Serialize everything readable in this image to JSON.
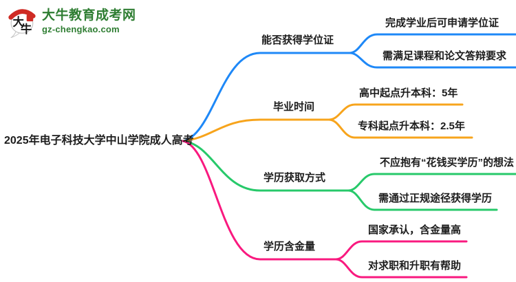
{
  "brand": {
    "name": "大牛教育成考网",
    "domain": "gz-chengkao.com",
    "logo_char_top": "大",
    "logo_char_bottom": "牛",
    "color": "#2e7d32",
    "seal_color": "#cf2b24"
  },
  "mindmap": {
    "root": "2025年电子科技大学中山学院成人高考",
    "text_color": "#1c1c1c",
    "branches": [
      {
        "label": "能否获得学位证",
        "color": "#1e88f7",
        "children": [
          "完成学业后可申请学位证",
          "需满足课程和论文答辩要求"
        ]
      },
      {
        "label": "毕业时间",
        "color": "#f7a41c",
        "children": [
          "高中起点升本科：5年",
          "专科起点升本科：2.5年"
        ]
      },
      {
        "label": "学历获取方式",
        "color": "#27c96a",
        "children": [
          "不应抱有“花钱买学历”的想法",
          "需通过正规途径获得学历"
        ]
      },
      {
        "label": "学历含金量",
        "color": "#f9197f",
        "children": [
          "国家承认，含金量高",
          "对求职和升职有帮助"
        ]
      }
    ]
  }
}
